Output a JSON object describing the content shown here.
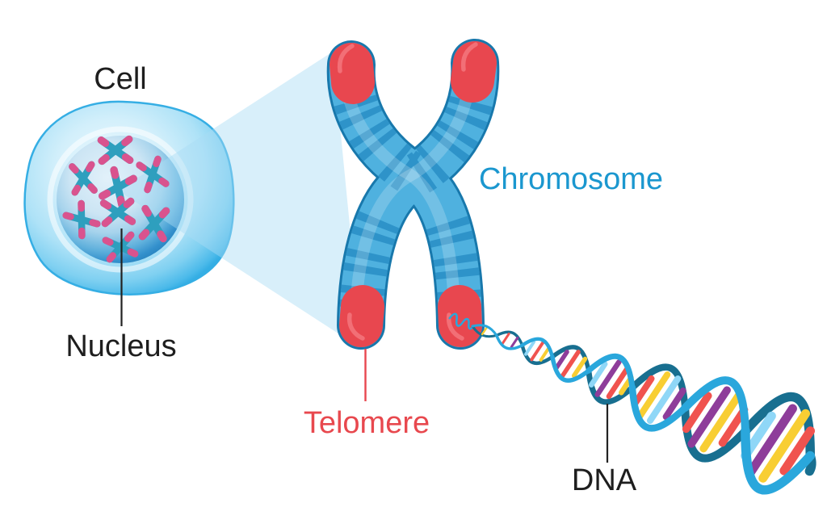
{
  "figure": {
    "background_color": "#FFFFFF",
    "labels": {
      "cell": {
        "text": "Cell",
        "color": "#1E1E1E"
      },
      "nucleus": {
        "text": "Nucleus",
        "color": "#1E1E1E"
      },
      "chromosome": {
        "text": "Chromosome",
        "color": "#1B97CF"
      },
      "telomere": {
        "text": "Telomere",
        "color": "#E8484E"
      },
      "dna": {
        "text": "DNA",
        "color": "#1E1E1E"
      }
    },
    "palette": {
      "cell_fill": "#AEE2F7",
      "cell_border": "#35AEE4",
      "nucleus_fill": "#CCE5F4",
      "nucleus_rim": "#2B86C2",
      "zoom_beam": "#A9DBF5",
      "chromosome_body": "#4FB1DF",
      "chromosome_band": "#2E93C9",
      "chromosome_outline": "#1878AC",
      "telomere_cap": "#E8474F",
      "mini_chromosome": "#2E9FBE",
      "mini_chromosome_tip": "#D9538E",
      "dna_strand_front": "#2AA7DC",
      "dna_strand_back": "#186F90",
      "dna_rung_colors": [
        "#F0534F",
        "#F8CE33",
        "#8E3D9A",
        "#8FD7F7"
      ]
    }
  }
}
